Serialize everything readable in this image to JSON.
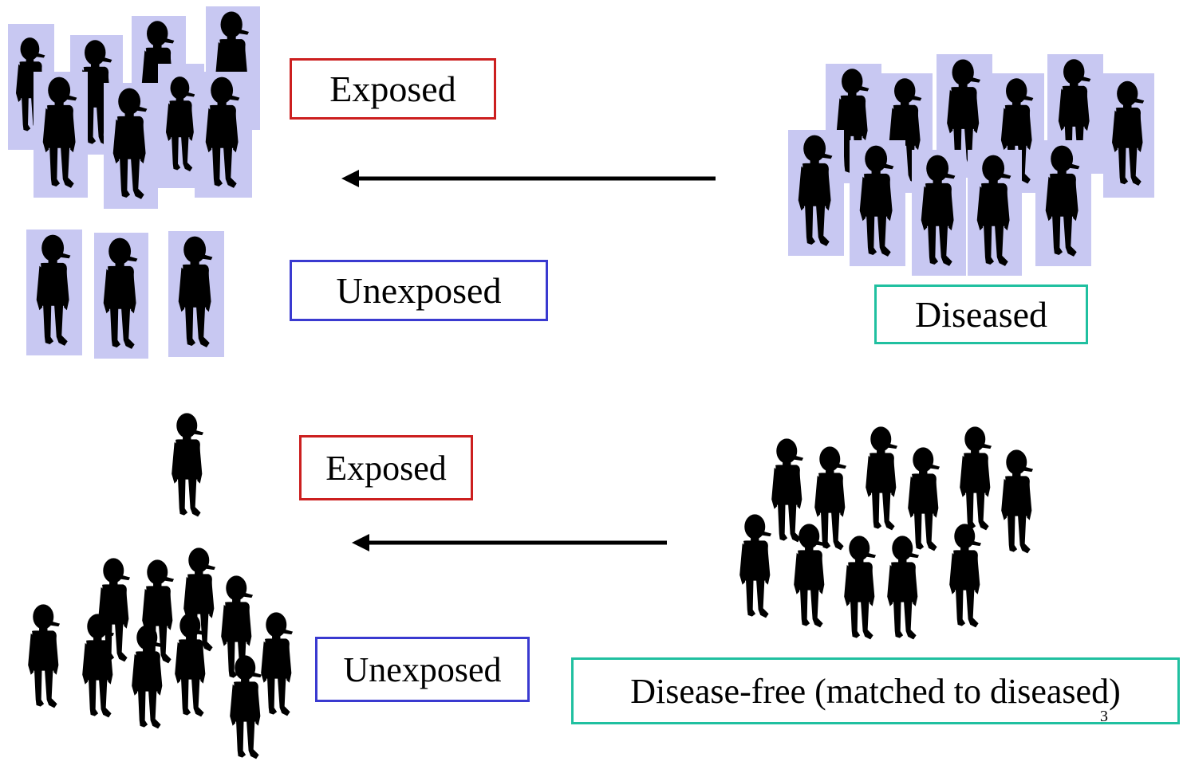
{
  "colors": {
    "exposed_border": "#cc1f1f",
    "unexposed_border": "#3a3ad0",
    "disease_border": "#20c0a0",
    "figure_highlight": "#c8c8f2",
    "figure_fill": "#000000"
  },
  "top_row": {
    "exposed_label": "Exposed",
    "unexposed_label": "Unexposed",
    "diseased_label": "Diseased"
  },
  "bottom_row": {
    "exposed_label": "Exposed",
    "unexposed_label": "Unexposed",
    "disease_free_label": "Disease-free (matched to diseased)"
  },
  "slide_number": "3",
  "icons": [
    "person-icon",
    "arrow-left-icon"
  ]
}
